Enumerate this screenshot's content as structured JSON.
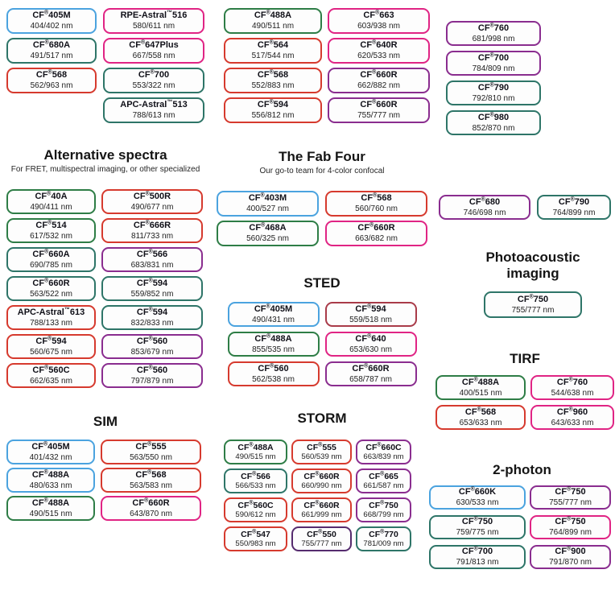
{
  "colors": {
    "blue": "#4BA3DF",
    "green": "#2E7D46",
    "teal": "#2E7568",
    "red": "#D63A2E",
    "pink": "#E02484",
    "purple": "#8A2D8F",
    "maroon": "#A93B49",
    "darkpurple": "#552B6E"
  },
  "chart_data": {
    "type": "table",
    "title": "CF dye selection guide by imaging application",
    "sections": {
      "top_left": {
        "columns": [
          [
            {
              "name": "CF®405M",
              "range": "404/402 nm",
              "color": "blue"
            },
            {
              "name": "CF®680A",
              "range": "491/517 nm",
              "color": "teal"
            },
            {
              "name": "CF®568",
              "range": "562/963 nm",
              "color": "red"
            }
          ],
          [
            {
              "name": "RPE-Astral™516",
              "range": "580/611 nm",
              "color": "pink"
            },
            {
              "name": "CF®647Plus",
              "range": "667/558 nm",
              "color": "pink"
            },
            {
              "name": "CF®700",
              "range": "553/322 nm",
              "color": "teal"
            },
            {
              "name": "APC-Astral™513",
              "range": "788/613 nm",
              "color": "teal"
            }
          ]
        ]
      },
      "top_middle": {
        "columns": [
          [
            {
              "name": "CF®488A",
              "range": "490/511 nm",
              "color": "green"
            },
            {
              "name": "CF®564",
              "range": "517/544 nm",
              "color": "red"
            },
            {
              "name": "CF®568",
              "range": "552/883 nm",
              "color": "red"
            },
            {
              "name": "CF®594",
              "range": "556/812 nm",
              "color": "red"
            }
          ],
          [
            {
              "name": "CF®663",
              "range": "603/938 nm",
              "color": "pink"
            },
            {
              "name": "CF®640R",
              "range": "620/533 nm",
              "color": "pink"
            },
            {
              "name": "CF®660R",
              "range": "662/882 nm",
              "color": "purple"
            },
            {
              "name": "CF®660R",
              "range": "755/777 nm",
              "color": "purple"
            }
          ]
        ]
      },
      "top_right": {
        "columns": [
          [
            {
              "name": "CF®760",
              "range": "681/998 nm",
              "color": "purple"
            },
            {
              "name": "CF®700",
              "range": "784/809 nm",
              "color": "purple"
            },
            {
              "name": "CF®790",
              "range": "792/810 nm",
              "color": "teal"
            },
            {
              "name": "CF®980",
              "range": "852/870 nm",
              "color": "teal"
            }
          ]
        ]
      },
      "alternative_spectra": {
        "title": "Alternative spectra",
        "subtitle": "For FRET, multispectral imaging, or other specialized",
        "columns": [
          [
            {
              "name": "CF®40A",
              "range": "490/411 nm",
              "color": "green"
            },
            {
              "name": "CF®514",
              "range": "617/532 nm",
              "color": "green"
            },
            {
              "name": "CF®660A",
              "range": "690/785 nm",
              "color": "teal"
            },
            {
              "name": "CF®660R",
              "range": "563/522 nm",
              "color": "teal"
            },
            {
              "name": "APC-Astral™613",
              "range": "788/133 nm",
              "color": "red"
            },
            {
              "name": "CF®594",
              "range": "560/675 nm",
              "color": "red"
            },
            {
              "name": "CF®560C",
              "range": "662/635 nm",
              "color": "red"
            }
          ],
          [
            {
              "name": "CF®500R",
              "range": "490/677 nm",
              "color": "red"
            },
            {
              "name": "CF®666R",
              "range": "811/733 nm",
              "color": "red"
            },
            {
              "name": "CF®566",
              "range": "683/831 nm",
              "color": "purple"
            },
            {
              "name": "CF®594",
              "range": "559/852 nm",
              "color": "teal"
            },
            {
              "name": "CF®594",
              "range": "832/833 nm",
              "color": "teal"
            },
            {
              "name": "CF®560",
              "range": "853/679 nm",
              "color": "purple"
            },
            {
              "name": "CF®560",
              "range": "797/879 nm",
              "color": "purple"
            }
          ]
        ]
      },
      "fab_four": {
        "title": "The Fab Four",
        "subtitle": "Our go-to team for 4-color confocal",
        "columns": [
          [
            {
              "name": "CF®403M",
              "range": "400/527 nm",
              "color": "blue"
            },
            {
              "name": "CF®468A",
              "range": "560/325 nm",
              "color": "green"
            }
          ],
          [
            {
              "name": "CF®568",
              "range": "560/760 nm",
              "color": "red"
            },
            {
              "name": "CF®660R",
              "range": "663/682 nm",
              "color": "pink"
            }
          ]
        ]
      },
      "nir_pair": {
        "columns": [
          [
            {
              "name": "CF®680",
              "range": "746/698 nm",
              "color": "purple"
            }
          ],
          [
            {
              "name": "CF®790",
              "range": "764/899 nm",
              "color": "teal"
            }
          ]
        ]
      },
      "sted": {
        "title": "STED",
        "columns": [
          [
            {
              "name": "CF®405M",
              "range": "490/431 nm",
              "color": "blue"
            },
            {
              "name": "CF®488A",
              "range": "855/535 nm",
              "color": "green"
            },
            {
              "name": "CF®560",
              "range": "562/538 nm",
              "color": "red"
            }
          ],
          [
            {
              "name": "CF®594",
              "range": "559/518 nm",
              "color": "maroon"
            },
            {
              "name": "CF®640",
              "range": "653/630 nm",
              "color": "pink"
            },
            {
              "name": "CF®660R",
              "range": "658/787 nm",
              "color": "purple"
            }
          ]
        ]
      },
      "photoacoustic": {
        "title": "Photoacoustic imaging",
        "columns": [
          [
            {
              "name": "CF®750",
              "range": "755/777 nm",
              "color": "teal"
            }
          ]
        ]
      },
      "tirf": {
        "title": "TIRF",
        "columns": [
          [
            {
              "name": "CF®488A",
              "range": "400/515 nm",
              "color": "green"
            },
            {
              "name": "CF®568",
              "range": "653/633 nm",
              "color": "red"
            }
          ],
          [
            {
              "name": "CF®760",
              "range": "544/638 nm",
              "color": "pink"
            },
            {
              "name": "CF®960",
              "range": "643/633 nm",
              "color": "pink"
            }
          ]
        ]
      },
      "sim": {
        "title": "SIM",
        "columns": [
          [
            {
              "name": "CF®405M",
              "range": "401/432 nm",
              "color": "blue"
            },
            {
              "name": "CF®488A",
              "range": "480/633 nm",
              "color": "blue"
            },
            {
              "name": "CF®488A",
              "range": "490/515 nm",
              "color": "green"
            }
          ],
          [
            {
              "name": "CF®555",
              "range": "563/550 nm",
              "color": "red"
            },
            {
              "name": "CF®568",
              "range": "563/583 nm",
              "color": "red"
            },
            {
              "name": "CF®660R",
              "range": "643/870 nm",
              "color": "pink"
            }
          ]
        ]
      },
      "storm": {
        "title": "STORM",
        "columns": [
          [
            {
              "name": "CF®488A",
              "range": "490/515 nm",
              "color": "green"
            },
            {
              "name": "CF®566",
              "range": "566/533 nm",
              "color": "teal"
            },
            {
              "name": "CF®560C",
              "range": "590/612 nm",
              "color": "red"
            },
            {
              "name": "CF®547",
              "range": "550/983 nm",
              "color": "red"
            }
          ],
          [
            {
              "name": "CF®555",
              "range": "560/539 nm",
              "color": "red"
            },
            {
              "name": "CF®660R",
              "range": "660/990 nm",
              "color": "red"
            },
            {
              "name": "CF®660R",
              "range": "661/999 nm",
              "color": "red"
            },
            {
              "name": "CF®550",
              "range": "755/777 nm",
              "color": "darkpurple"
            }
          ],
          [
            {
              "name": "CF®660C",
              "range": "663/839 nm",
              "color": "purple"
            },
            {
              "name": "CF®665",
              "range": "661/587 nm",
              "color": "purple"
            },
            {
              "name": "CF®750",
              "range": "668/799 nm",
              "color": "purple"
            },
            {
              "name": "CF®770",
              "range": "781/009 nm",
              "color": "teal"
            }
          ]
        ]
      },
      "two_photon": {
        "title": "2-photon",
        "columns": [
          [
            {
              "name": "CF®660K",
              "range": "630/533 nm",
              "color": "blue"
            },
            {
              "name": "CF®750",
              "range": "759/775 nm",
              "color": "teal"
            },
            {
              "name": "CF®700",
              "range": "791/813 nm",
              "color": "teal"
            }
          ],
          [
            {
              "name": "CF®750",
              "range": "755/777 nm",
              "color": "purple"
            },
            {
              "name": "CF®750",
              "range": "764/899 nm",
              "color": "pink"
            },
            {
              "name": "CF®900",
              "range": "791/870 nm",
              "color": "purple"
            }
          ]
        ]
      }
    }
  }
}
